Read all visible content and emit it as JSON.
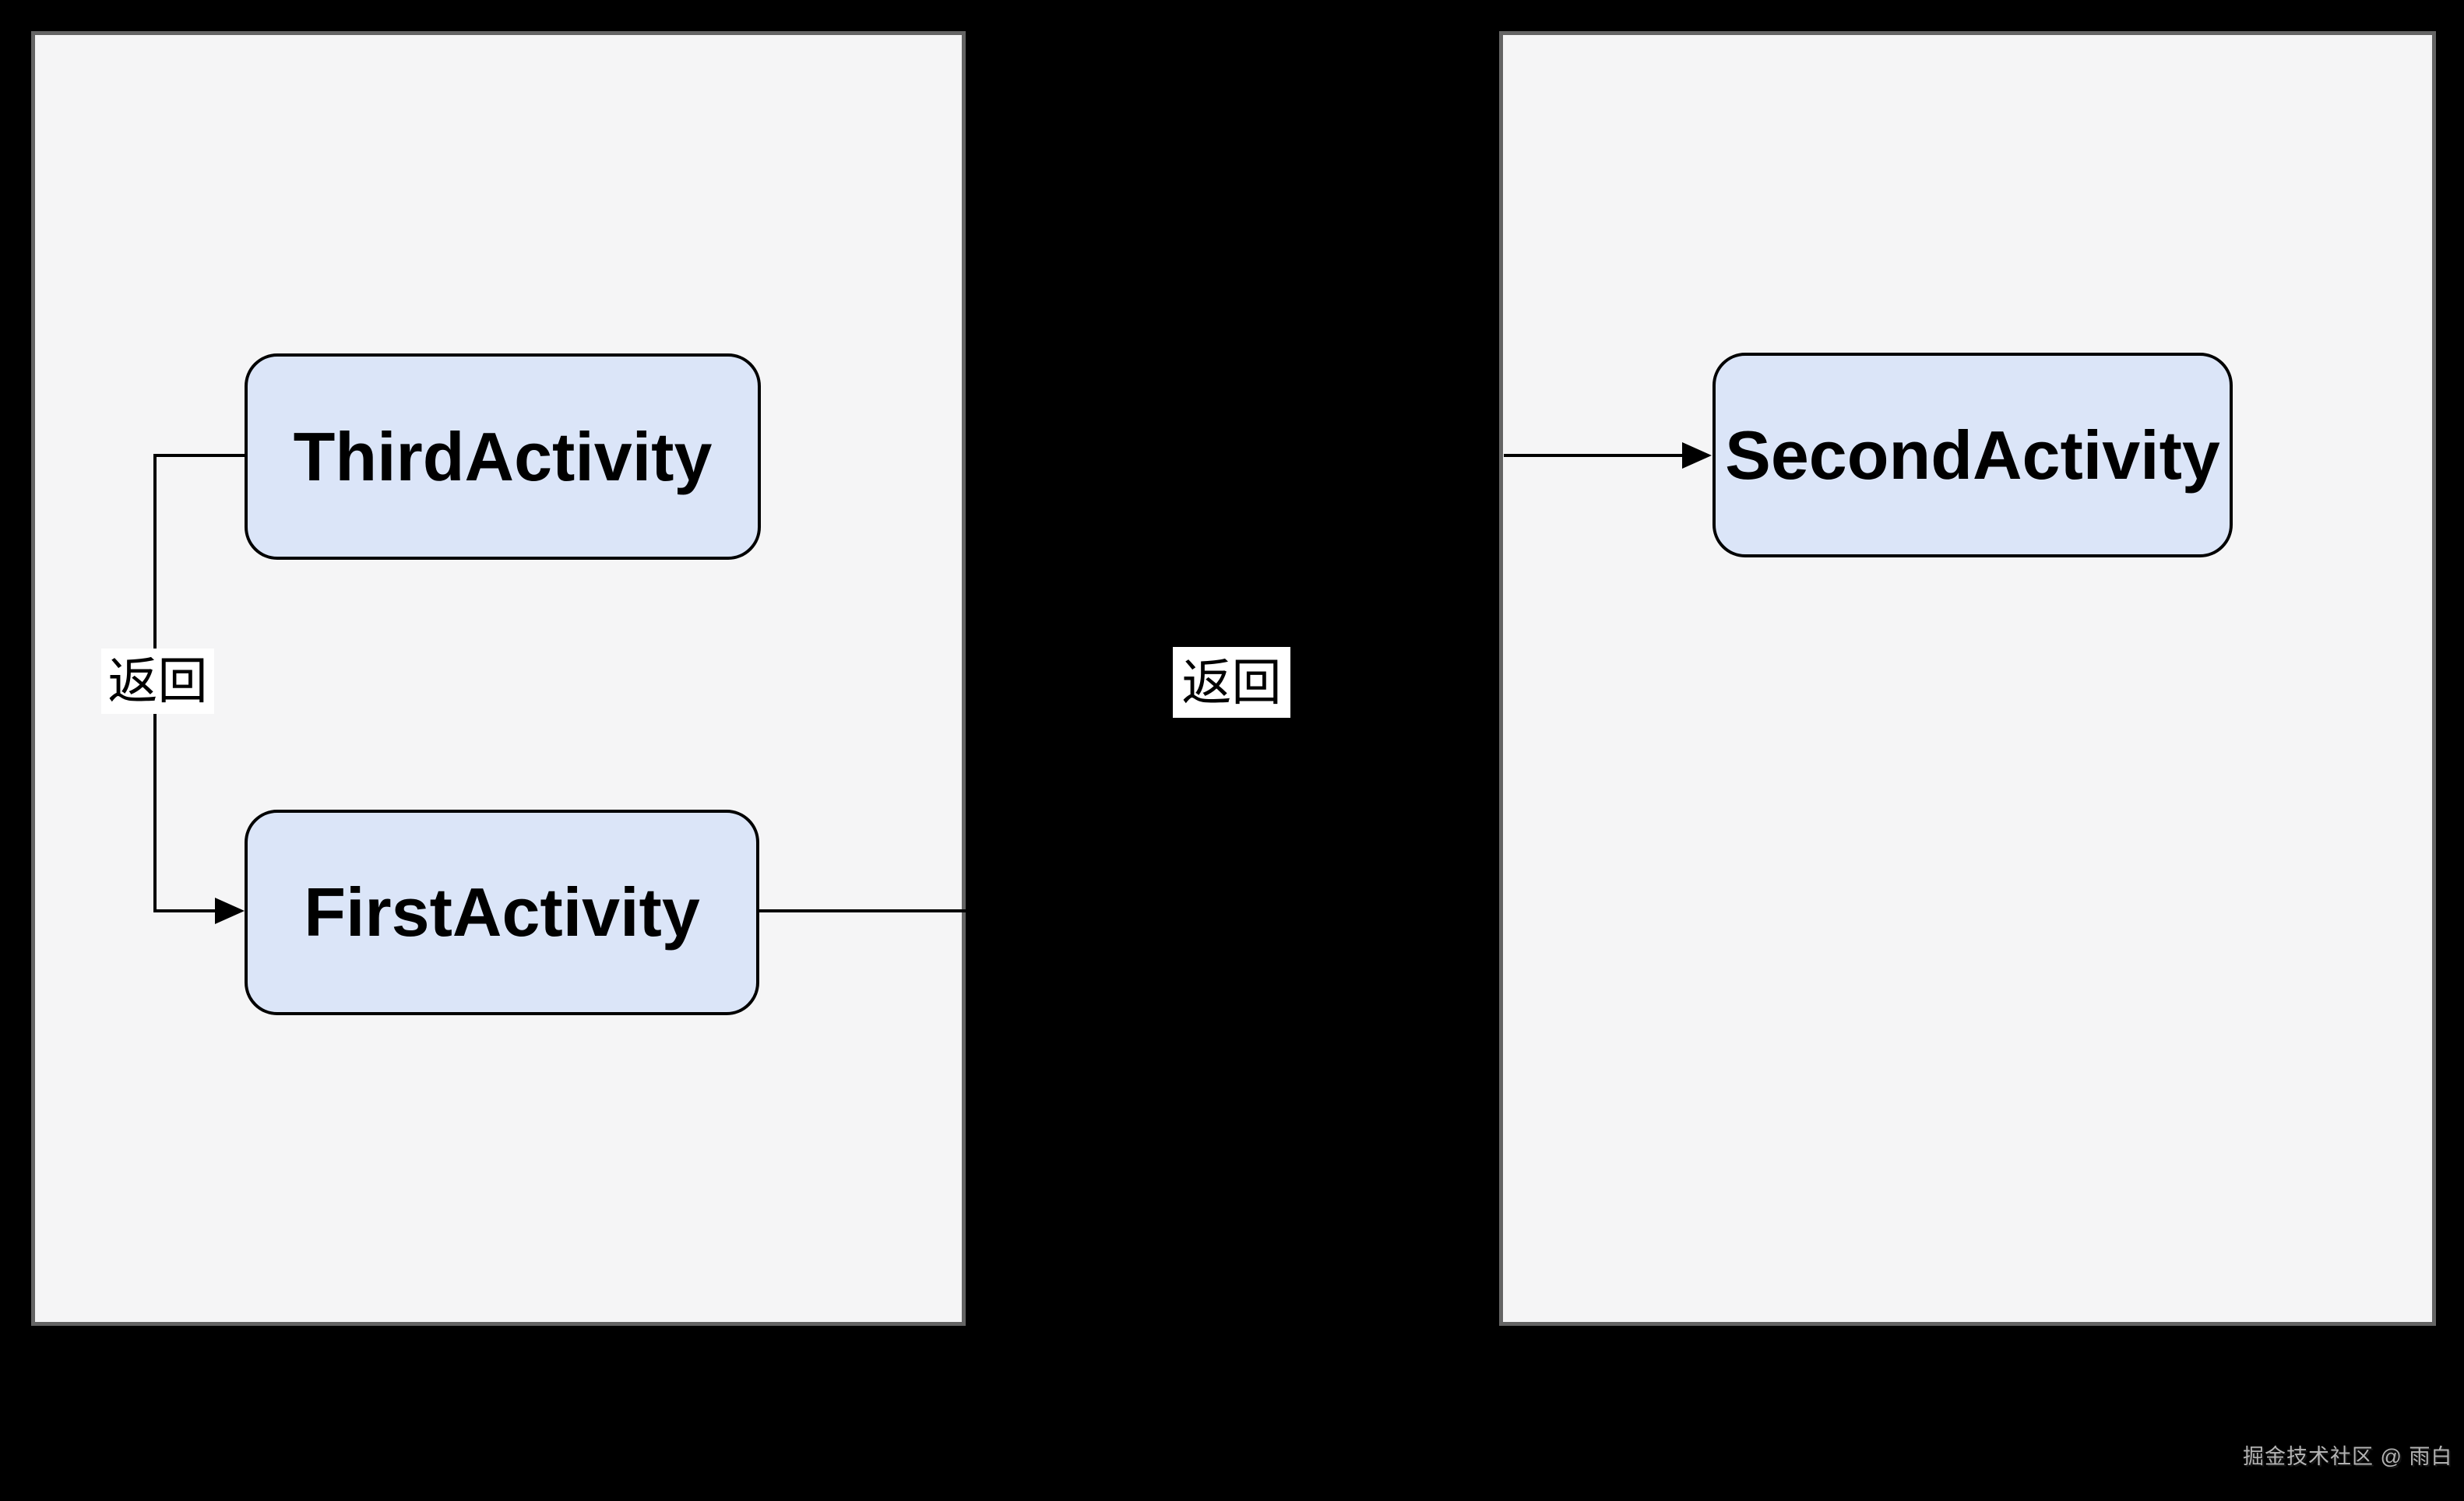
{
  "diagram": {
    "description_visible_elements": "two screen panels with activity flow boxes",
    "nodes": {
      "third": {
        "label": "ThirdActivity"
      },
      "first": {
        "label": "FirstActivity"
      },
      "second": {
        "label": "SecondActivity"
      }
    },
    "edges": {
      "third_to_first": {
        "from": "ThirdActivity",
        "to": "FirstActivity",
        "label": "返回"
      },
      "first_to_second": {
        "from": "FirstActivity",
        "to": "SecondActivity",
        "label": "返回"
      }
    },
    "colors": {
      "background": "#000000",
      "panel_background": "#f5f5f6",
      "panel_border": "#646464",
      "node_fill": "#dbe5f8",
      "node_border": "#000000",
      "line": "#000000",
      "label_background": "#ffffff",
      "label_text": "#000000",
      "watermark_text": "#b3b3b3"
    }
  },
  "watermark": {
    "text": "掘金技术社区 @ 雨白"
  }
}
